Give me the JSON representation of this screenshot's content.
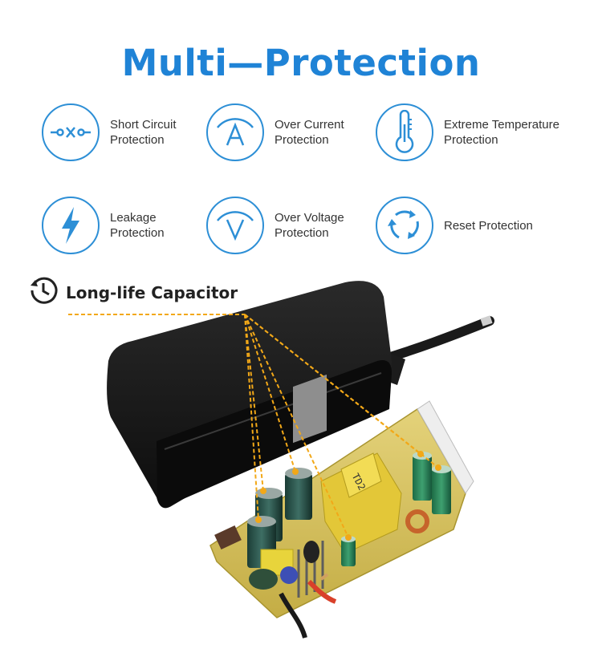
{
  "title": "Multi—Protection",
  "colors": {
    "accent": "#1f83d6",
    "callout": "#f2a818",
    "adapter": "#161616",
    "pcb": "#d8c35a"
  },
  "features": [
    {
      "label": "Short Circuit\nProtection",
      "icon": "short-circuit-icon"
    },
    {
      "label": "Over Current\nProtection",
      "icon": "ammeter-icon"
    },
    {
      "label": "Extreme Temperature\nProtection",
      "icon": "thermometer-icon"
    },
    {
      "label": "Leakage\nProtection",
      "icon": "lightning-icon"
    },
    {
      "label": "Over Voltage\nProtection",
      "icon": "voltmeter-icon"
    },
    {
      "label": "Reset Protection",
      "icon": "reset-cycle-icon"
    }
  ],
  "callout": {
    "label": "Long-life Capacitor",
    "icon": "clock-icon"
  },
  "transformer_marking": "TD2"
}
